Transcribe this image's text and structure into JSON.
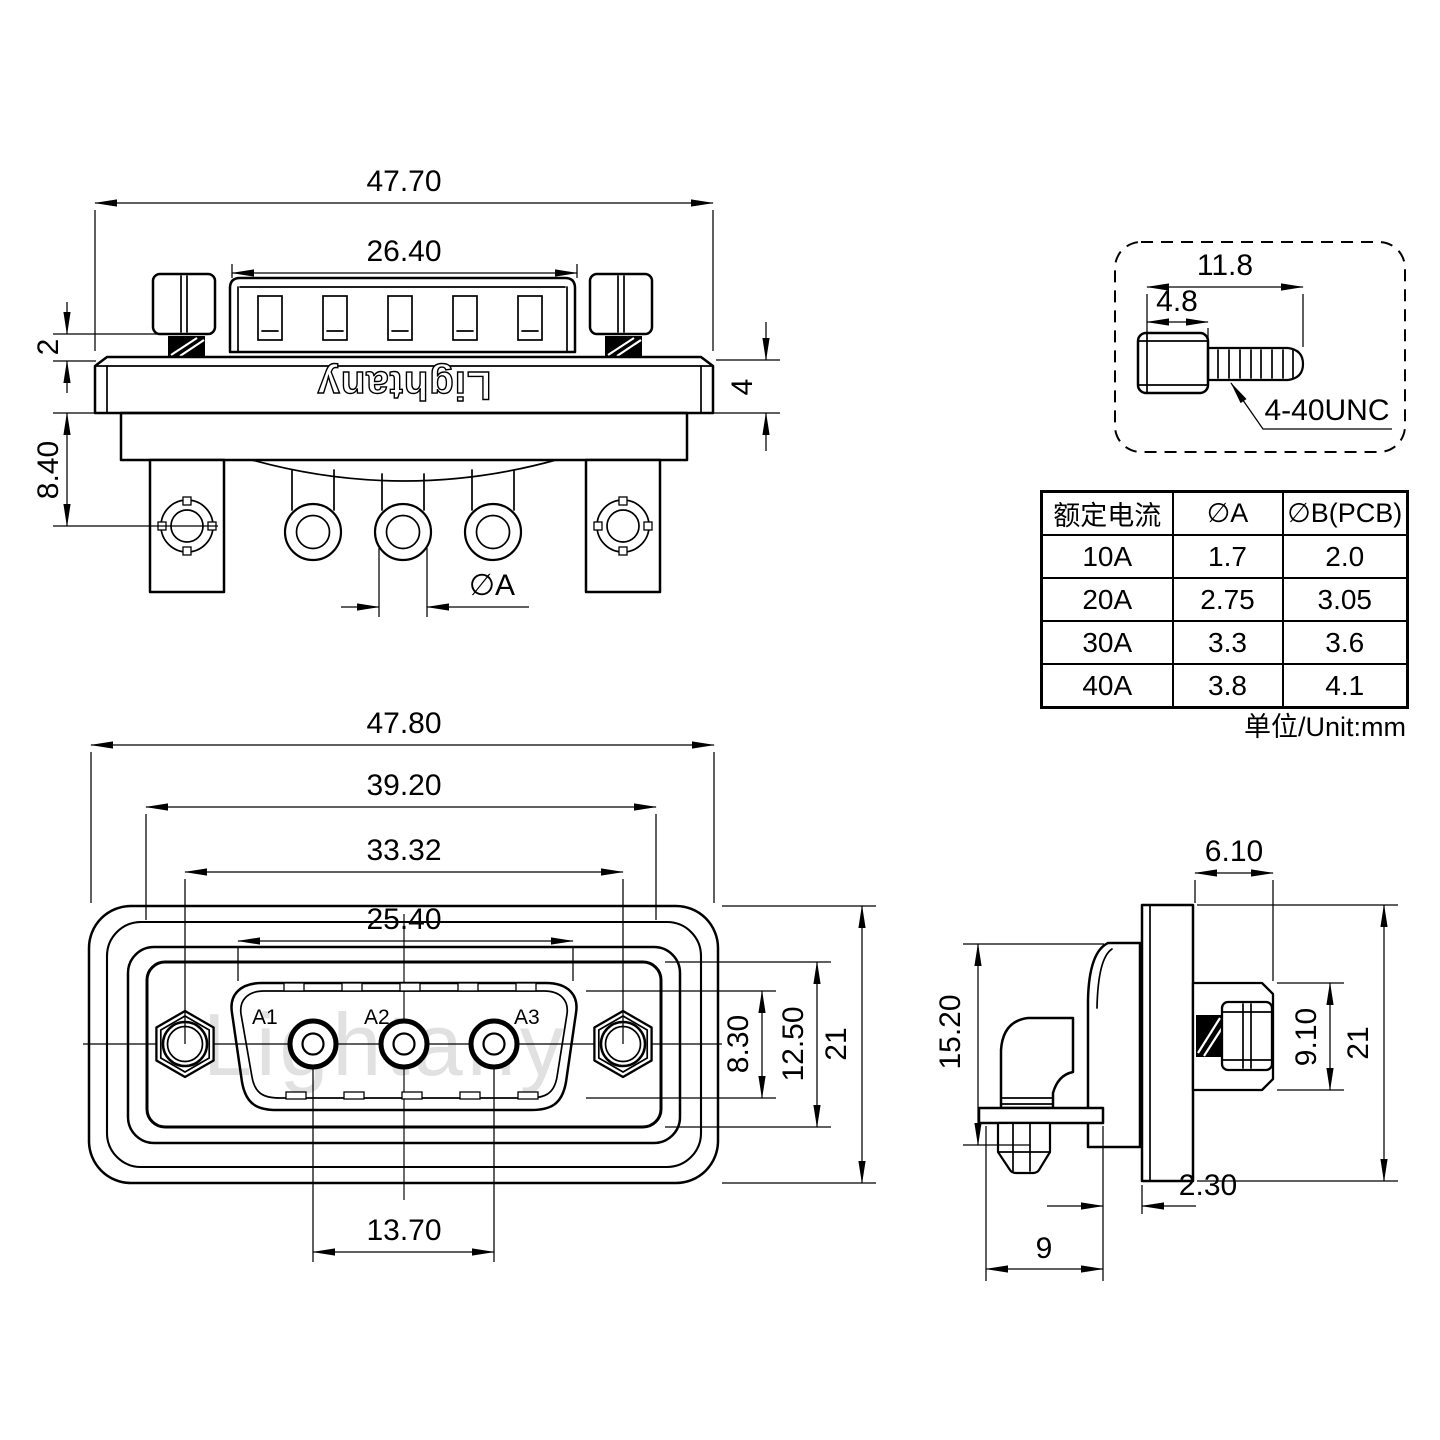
{
  "brand": {
    "embossed_logo": "Lightany",
    "watermark": "Lightany"
  },
  "top_view": {
    "dim_overall_width": "47.70",
    "dim_insert_width": "26.40",
    "dim_thread_gap": "2",
    "dim_flange_thickness": "4",
    "dim_rear_height": "8.40",
    "dim_pin_diameter": "∅A"
  },
  "screw_detail": {
    "dim_total_length": "11.8",
    "dim_head_length": "4.8",
    "thread_spec": "4-40UNC"
  },
  "front_view": {
    "dim_flange_width": "47.80",
    "dim_body_width": "39.20",
    "dim_mount_hole_spacing": "33.32",
    "dim_shell_width": "25.40",
    "dim_contact_span": "13.70",
    "dim_shell_height": "8.30",
    "dim_insert_height": "12.50",
    "dim_flange_height": "21",
    "contact_labels": [
      "A1",
      "A2",
      "A3"
    ]
  },
  "side_view": {
    "dim_rear_depth": "6.10",
    "dim_boot_height": "15.20",
    "dim_screw_boss_height": "9.10",
    "dim_flange_height": "21",
    "dim_standoff": "2.30",
    "dim_pin_to_flange": "9"
  },
  "spec_table": {
    "headers": [
      "额定电流",
      "∅A",
      "∅B(PCB)"
    ],
    "rows": [
      [
        "10A",
        "1.7",
        "2.0"
      ],
      [
        "20A",
        "2.75",
        "3.05"
      ],
      [
        "30A",
        "3.3",
        "3.6"
      ],
      [
        "40A",
        "3.8",
        "4.1"
      ]
    ],
    "unit_note": "单位/Unit:mm"
  }
}
